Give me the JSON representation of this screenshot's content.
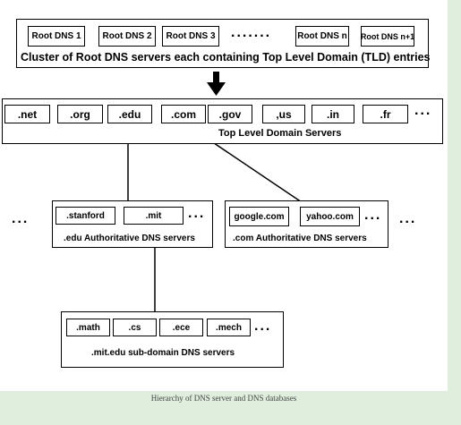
{
  "root": {
    "servers": [
      "Root DNS 1",
      "Root DNS 2",
      "Root DNS 3",
      "Root DNS n",
      "Root DNS n+1"
    ],
    "dots": ".......",
    "caption": "Cluster of Root DNS servers each containing Top Level Domain (TLD) entries"
  },
  "tld": {
    "domains": [
      ".net",
      ".org",
      ".edu",
      ".com",
      ".gov",
      ",us",
      ".in",
      ".fr"
    ],
    "dots": "...",
    "caption": "Top Level Domain Servers"
  },
  "edu": {
    "items": [
      ".stanford",
      ".mit"
    ],
    "dots": "...",
    "caption": ".edu  Authoritative DNS servers"
  },
  "com": {
    "items": [
      "google.com",
      "yahoo.com"
    ],
    "dots": "...",
    "caption": ".com  Authoritative DNS servers"
  },
  "mit": {
    "items": [
      ".math",
      ".cs",
      ".ece",
      ".mech"
    ],
    "dots": "...",
    "caption": ".mit.edu sub-domain DNS servers"
  },
  "side_dots": [
    "...",
    "..."
  ],
  "figure_caption": "Hierarchy of DNS server and DNS databases"
}
